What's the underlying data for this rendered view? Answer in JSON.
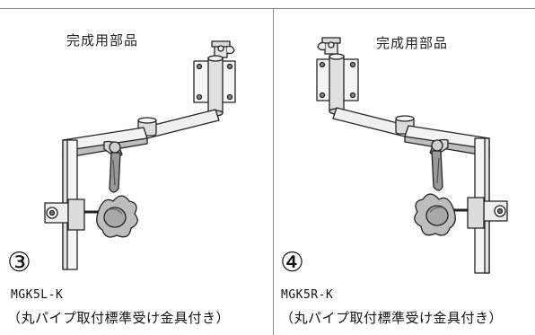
{
  "panels": [
    {
      "heading": "完成用部品",
      "number": "③",
      "model": "MGK5L-K",
      "caption": "（丸パイプ取付標準受け金具付き）"
    },
    {
      "heading": "完成用部品",
      "number": "④",
      "model": "MGK5R-K",
      "caption": "（丸パイプ取付標準受け金具付き）"
    }
  ],
  "colors": {
    "line": "#222222",
    "metal_light": "#f2f2f2",
    "metal_mid": "#cfcfcf",
    "metal_dark": "#8c8c8c",
    "rule": "#8a8a8a"
  }
}
